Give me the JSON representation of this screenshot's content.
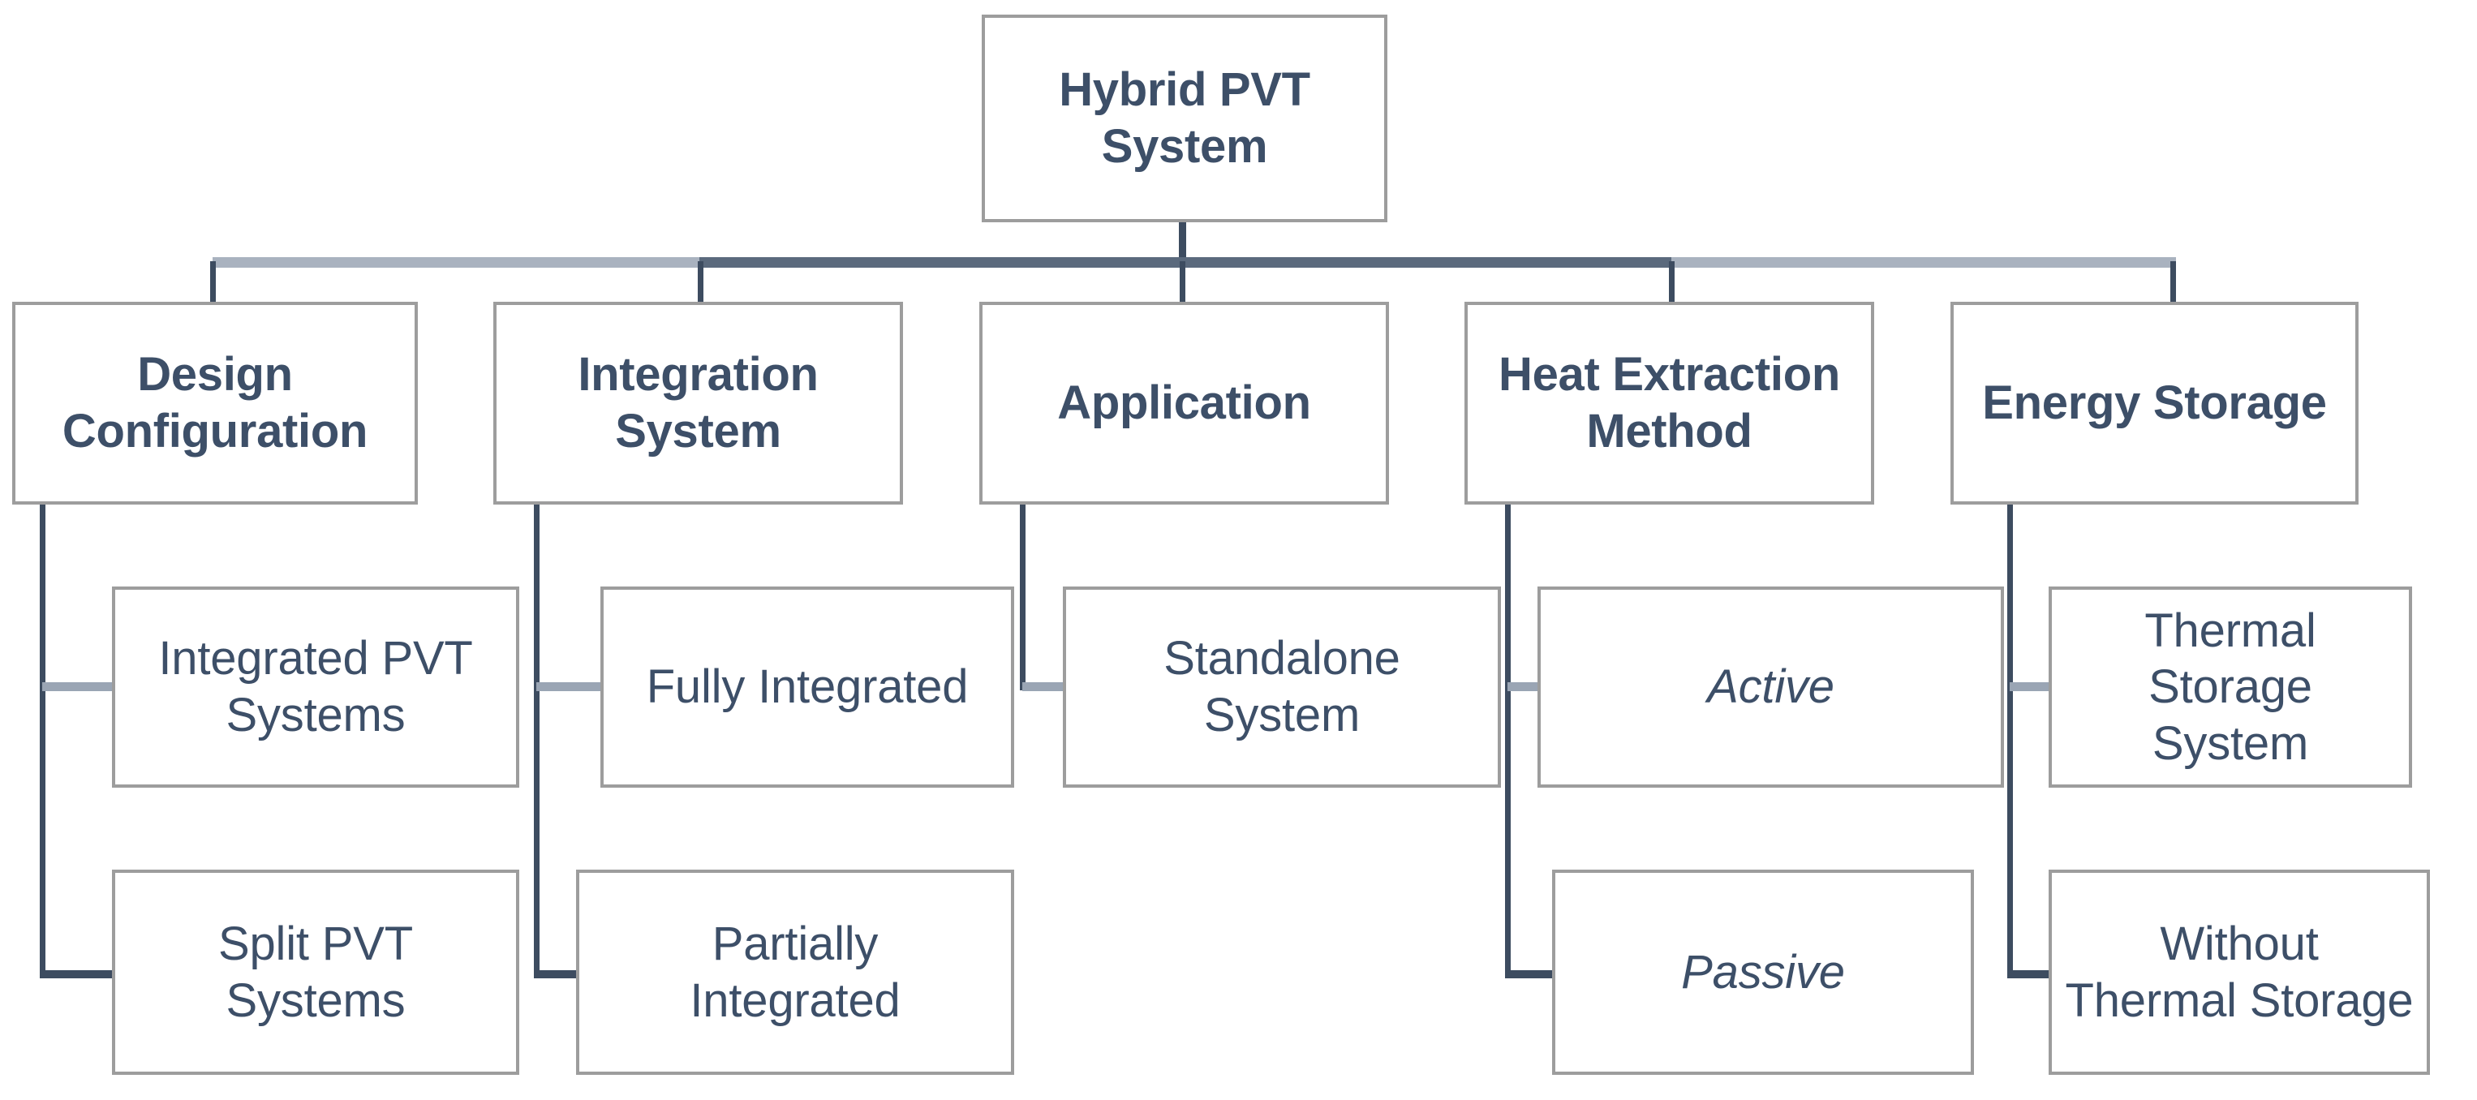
{
  "diagram": {
    "title_node": {
      "id": "hybrid-pvt-system",
      "label": "Hybrid PVT\nSystem"
    },
    "categories": [
      {
        "id": "design-configuration",
        "label": "Design\nConfiguration"
      },
      {
        "id": "integration-system",
        "label": "Integration\nSystem"
      },
      {
        "id": "application",
        "label": "Application"
      },
      {
        "id": "heat-extraction-method",
        "label": "Heat Extraction\nMethod"
      },
      {
        "id": "energy-storage",
        "label": "Energy Storage"
      }
    ],
    "leaves": [
      {
        "id": "integrated-pvt-systems",
        "label": "Integrated PVT\nSystems",
        "parent": "design-configuration",
        "style": "normal"
      },
      {
        "id": "split-pvt-systems",
        "label": "Split PVT\nSystems",
        "parent": "design-configuration",
        "style": "normal"
      },
      {
        "id": "fully-integrated",
        "label": "Fully Integrated",
        "parent": "integration-system",
        "style": "normal"
      },
      {
        "id": "partially-integrated",
        "label": "Partially\nIntegrated",
        "parent": "integration-system",
        "style": "normal"
      },
      {
        "id": "standalone-system",
        "label": "Standalone\nSystem",
        "parent": "application",
        "style": "normal"
      },
      {
        "id": "active",
        "label": "Active",
        "parent": "heat-extraction-method",
        "style": "italic"
      },
      {
        "id": "passive",
        "label": "Passive",
        "parent": "heat-extraction-method",
        "style": "italic"
      },
      {
        "id": "thermal-storage-system",
        "label": "Thermal Storage\nSystem",
        "parent": "energy-storage",
        "style": "normal"
      },
      {
        "id": "without-thermal-storage",
        "label": "Without\nThermal Storage",
        "parent": "energy-storage",
        "style": "normal"
      }
    ],
    "colors": {
      "text": "#3d4f68",
      "box_border": "#9d9d9d",
      "connector_dark": "#3d4c60",
      "bus_dark": "#5b6a7d",
      "bus_light": "#a9b2bf",
      "stub": "#9aa5b4",
      "background": "#ffffff"
    }
  }
}
